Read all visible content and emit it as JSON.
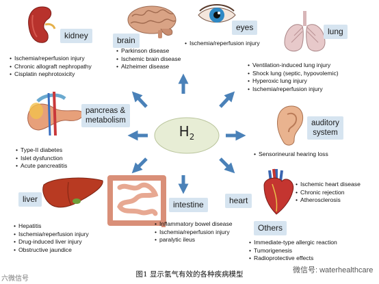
{
  "center": {
    "label": "H",
    "subscript": "2"
  },
  "organs": {
    "kidney": {
      "label": "kidney",
      "items": [
        "Ischemia/reperfusion injury",
        "Chronic allograft nephropathy",
        "Cisplatin nephrotoxicity"
      ]
    },
    "brain": {
      "label": "brain",
      "items": [
        "Parkinson disease",
        "Ischemic brain disease",
        "Alzheimer disease"
      ]
    },
    "eyes": {
      "label": "eyes",
      "items": [
        "Ischemia/reperfusion injury"
      ]
    },
    "lung": {
      "label": "lung",
      "items": [
        "Ventilation-induced lung injury",
        "Shock lung (septic, hypovolemic)",
        "Hyperoxic lung injury",
        "Ischemia/reperfusion injury"
      ]
    },
    "pancreas": {
      "label_line1": "pancreas &",
      "label_line2": "metabolism",
      "items": [
        "Type-II diabetes",
        "Islet dysfunction",
        "Acute pancreatitis"
      ]
    },
    "auditory": {
      "label_line1": "auditory",
      "label_line2": "system",
      "items": [
        "Sensorineural hearing loss"
      ]
    },
    "liver": {
      "label": "liver",
      "items": [
        "Hepatitis",
        "Ischemia/reperfusion injury",
        "Drug-induced liver injury",
        "Obstructive jaundice"
      ]
    },
    "intestine": {
      "label": "intestine",
      "items": [
        "Inflammatory bowel disease",
        "Ischemia/reperfusion injury",
        "paralytic ileus"
      ]
    },
    "heart": {
      "label": "heart",
      "items": [
        "Ischemic heart disease",
        "Chronic rejection",
        "Atherosclerosis"
      ]
    },
    "others": {
      "label": "Others",
      "items": [
        "Immediate-type allergic reaction",
        "Tumorigenesis",
        "Radioprotective effects"
      ]
    }
  },
  "caption": "图1 显示氢气有效的各种疾病模型",
  "watermarks": {
    "left": "六微信号",
    "right": "微信号: waterhealthcare"
  },
  "colors": {
    "label_bg": "#d6e4f0",
    "arrow": "#4a81b8",
    "center_fill": "#e7edd5",
    "center_stroke": "#b9c49b"
  }
}
